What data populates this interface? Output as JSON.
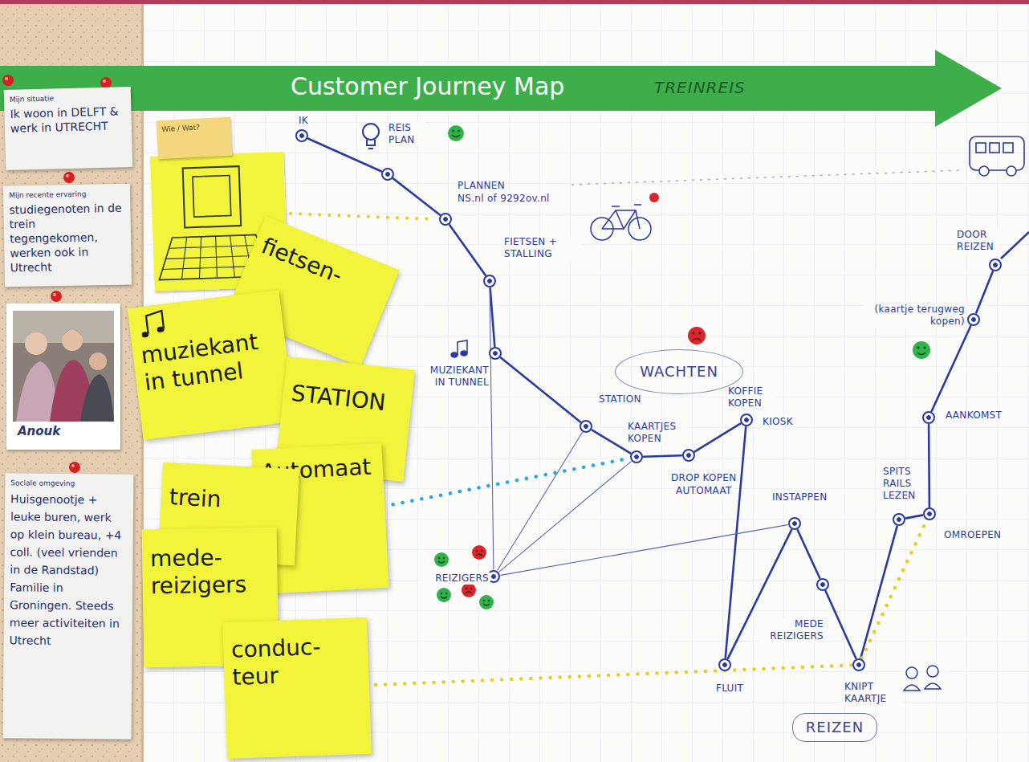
{
  "diagram": {
    "title": "Customer Journey Map",
    "nodes": [
      {
        "text": [
          "Mijn situatie",
          "Ik woon in DELFT & werk in UTRECHT"
        ]
      },
      {
        "text": [
          "Mijn recente ervaring",
          "studiegenoten in de trein tegengekomen, werken ook in Utrecht"
        ]
      },
      {
        "text": [
          "Anouk"
        ]
      },
      {
        "text": [
          "Sociale omgeving",
          "Huisgenootje + leuke buren, werk op klein bureau, +4 coll. (veel vrienden in de Randstad) Familie in Groningen. Steeds meer activiteiten in Utrecht"
        ]
      },
      {
        "text": [
          "Wie / Wat?"
        ]
      },
      {
        "text": [
          "fietsen-"
        ]
      },
      {
        "text": [
          "muziekant in tunnel"
        ]
      },
      {
        "text": [
          "STATION"
        ]
      },
      {
        "text": [
          "Automaat"
        ]
      },
      {
        "text": [
          "trein"
        ]
      },
      {
        "text": [
          "mede- reizigers"
        ]
      },
      {
        "text": [
          "conduc- teur"
        ]
      },
      {
        "text": [
          "IK"
        ]
      },
      {
        "text": [
          "REIS PLAN"
        ]
      },
      {
        "text": [
          "PLANNEN",
          "NS.nl of 9292ov.nl"
        ]
      },
      {
        "text": [
          "FIETSEN + STALLING"
        ]
      },
      {
        "text": [
          "MUZIEKANT IN TUNNEL"
        ]
      },
      {
        "text": [
          "STATION"
        ]
      },
      {
        "text": [
          "KAARTJES KOPEN"
        ]
      },
      {
        "text": [
          "DROP KOPEN",
          "AUTOMAAT"
        ]
      },
      {
        "text": [
          "KOFFIE KOPEN",
          "KIOSK"
        ]
      },
      {
        "text": [
          "WACHTEN"
        ]
      },
      {
        "text": [
          "REIZIGERS"
        ]
      },
      {
        "text": [
          "FLUIT"
        ]
      },
      {
        "text": [
          "INSTAPPEN"
        ]
      },
      {
        "text": [
          "MEDE REIZIGERS"
        ]
      },
      {
        "text": [
          "KNIPT KAARTJE"
        ]
      },
      {
        "text": [
          "REIZEN"
        ]
      },
      {
        "text": [
          "SPITS RAILS LEZEN"
        ]
      },
      {
        "text": [
          "OMROEPEN"
        ]
      },
      {
        "text": [
          "AANKOMST"
        ]
      },
      {
        "text": [
          "(kaartje terugweg kopen)"
        ]
      },
      {
        "text": [
          "DOOR REIZEN"
        ]
      }
    ],
    "edges": [
      {
        "from": 12,
        "to": 13,
        "arrow": "none"
      },
      {
        "from": 13,
        "to": 14,
        "arrow": "none"
      },
      {
        "from": 14,
        "to": 15,
        "arrow": "none"
      },
      {
        "from": 15,
        "to": 16,
        "arrow": "none"
      },
      {
        "from": 16,
        "to": 17,
        "arrow": "none"
      },
      {
        "from": 17,
        "to": 18,
        "arrow": "none"
      },
      {
        "from": 18,
        "to": 19,
        "arrow": "none"
      },
      {
        "from": 19,
        "to": 20,
        "arrow": "none"
      },
      {
        "from": 20,
        "to": 23,
        "arrow": "none"
      },
      {
        "from": 23,
        "to": 24,
        "arrow": "none"
      },
      {
        "from": 24,
        "to": 25,
        "arrow": "none"
      },
      {
        "from": 25,
        "to": 26,
        "arrow": "none"
      },
      {
        "from": 26,
        "to": 28,
        "arrow": "none"
      },
      {
        "from": 28,
        "to": 29,
        "arrow": "none"
      },
      {
        "from": 29,
        "to": 30,
        "arrow": "none"
      },
      {
        "from": 30,
        "to": 31,
        "arrow": "none"
      },
      {
        "from": 31,
        "to": 32,
        "arrow": "none"
      },
      {
        "from": 22,
        "to": 15,
        "arrow": "none"
      },
      {
        "from": 22,
        "to": 17,
        "arrow": "none"
      },
      {
        "from": 22,
        "to": 18,
        "arrow": "none"
      },
      {
        "from": 22,
        "to": 24,
        "arrow": "none"
      },
      {
        "from": 8,
        "to": 18,
        "arrow": "none"
      },
      {
        "from": 11,
        "to": 26,
        "arrow": "none"
      },
      {
        "from": 26,
        "to": 29,
        "arrow": "none"
      }
    ],
    "labels": [
      "TREINREIS"
    ]
  }
}
